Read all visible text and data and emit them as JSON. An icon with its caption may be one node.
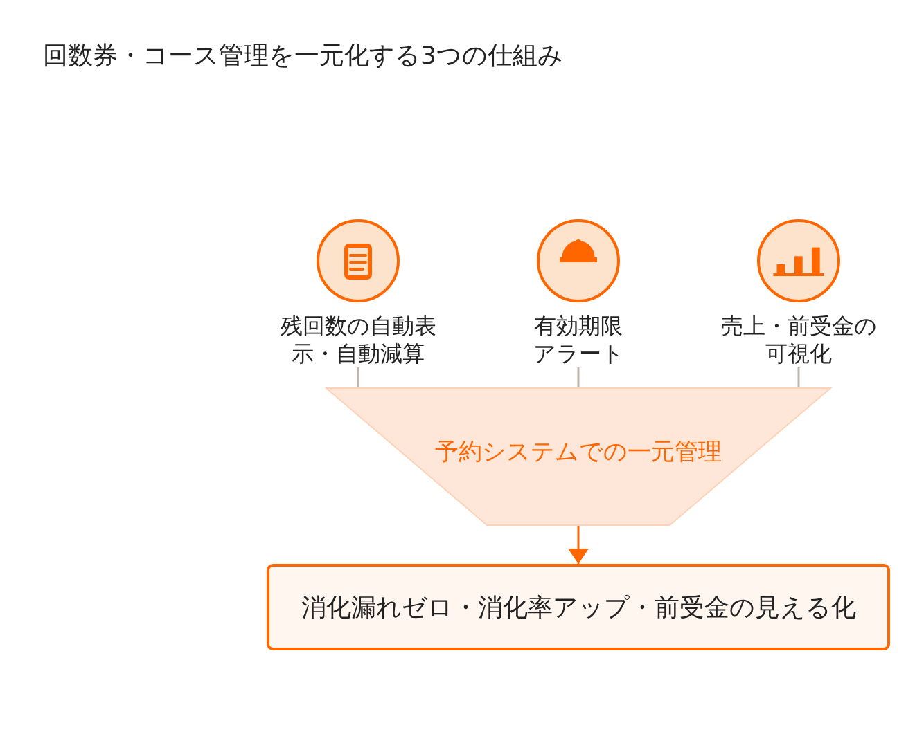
{
  "diagram": {
    "title": "回数券・コース管理を一元化する3つの仕組み",
    "nodes": [
      {
        "text": [
          "残回数の自動表示・自動減算"
        ]
      },
      {
        "text": [
          "有効期限アラート"
        ]
      },
      {
        "text": [
          "売上・前受金の可視化"
        ]
      },
      {
        "text": [
          "予約システムでの一元管理"
        ]
      },
      {
        "text": [
          "消化漏れゼロ・消化率アップ・前受金の見える化"
        ]
      }
    ],
    "edges": [
      {
        "from": 0,
        "to": 3,
        "arrow": "none"
      },
      {
        "from": 1,
        "to": 3,
        "arrow": "none"
      },
      {
        "from": 2,
        "to": 3,
        "arrow": "none"
      },
      {
        "from": 3,
        "to": 4,
        "arrow": "to",
        "color": "#ff6600"
      }
    ]
  }
}
